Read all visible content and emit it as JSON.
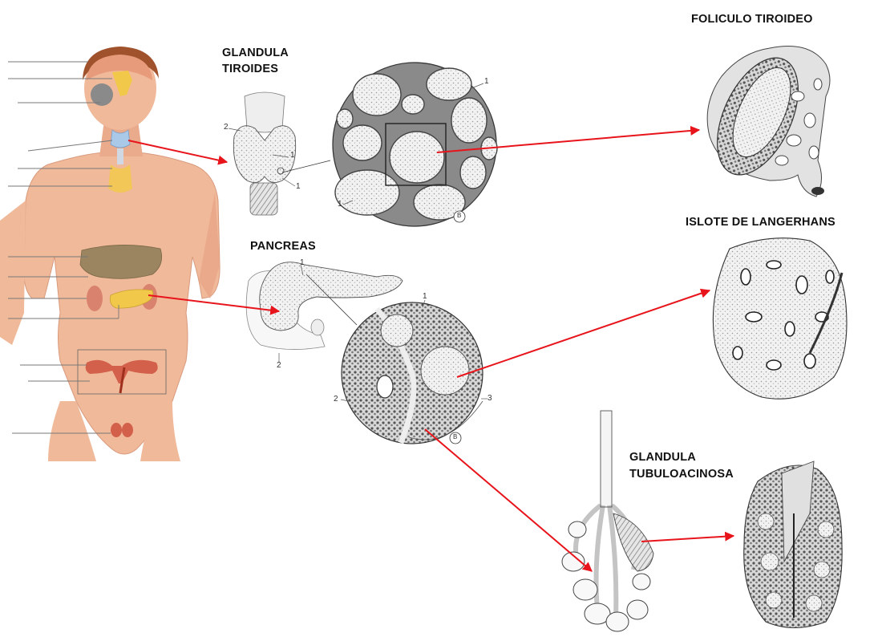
{
  "labels": {
    "glandula_tiroides_1": "GLANDULA",
    "glandula_tiroides_2": "TIROIDES",
    "foliculo_tiroideo": "FOLICULO TIROIDEO",
    "pancreas": "PANCREAS",
    "islote_de_langerhans": "ISLOTE DE LANGERHANS",
    "glandula_tubuloacinosa_1": "GLANDULA",
    "glandula_tubuloacinosa_2": "TUBULOACINOSA"
  },
  "callouts": {
    "thyroid_1a": "1",
    "thyroid_1b": "1",
    "thyroid_2": "2",
    "thyroid_section_1a": "1",
    "thyroid_section_1b": "1",
    "thyroid_section_mark": "B",
    "pancreas_1": "1",
    "pancreas_2": "2",
    "pancreas_section_1": "1",
    "pancreas_section_2": "2",
    "pancreas_section_3": "3",
    "pancreas_section_mark": "B"
  },
  "colors": {
    "arrow": "#e8141b",
    "skin": "#f0b99a",
    "hair": "#a0522d",
    "brain": "#e89b7a",
    "thyroid": "#aac8e8",
    "adrenal": "#f2c84b",
    "liver": "#9b8560",
    "kidney": "#d9826e",
    "reproductive": "#d2604a",
    "line_art": "#444444"
  }
}
